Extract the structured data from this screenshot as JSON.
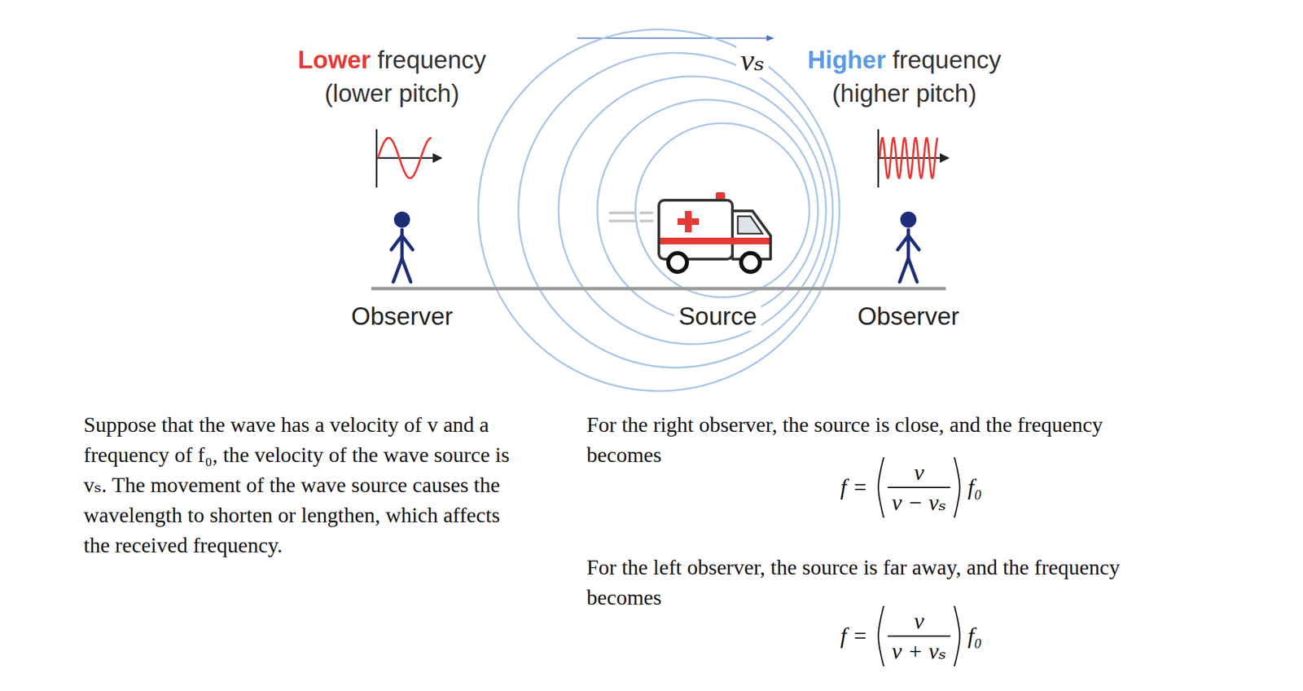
{
  "diagram": {
    "labels": [
      "Lower",
      "frequency",
      "(lower pitch)",
      "vₛ",
      "Higher",
      "frequency",
      "(higher pitch)",
      "Observer",
      "Source",
      "Observer",
      "Suppose that the wave has a velocity of v and a frequency of f₀, the velocity of the wave source is vₛ. The movement of the wave source causes the wavelength to shorten or lengthen, which affects the received frequency.",
      "For the right observer, the source is close, and the frequency becomes",
      "f =",
      "v",
      "v − vₛ",
      "f₀",
      "For the left observer, the source is far away, and the frequency becomes",
      "f =",
      "v",
      "v + vₛ",
      "f₀"
    ]
  }
}
